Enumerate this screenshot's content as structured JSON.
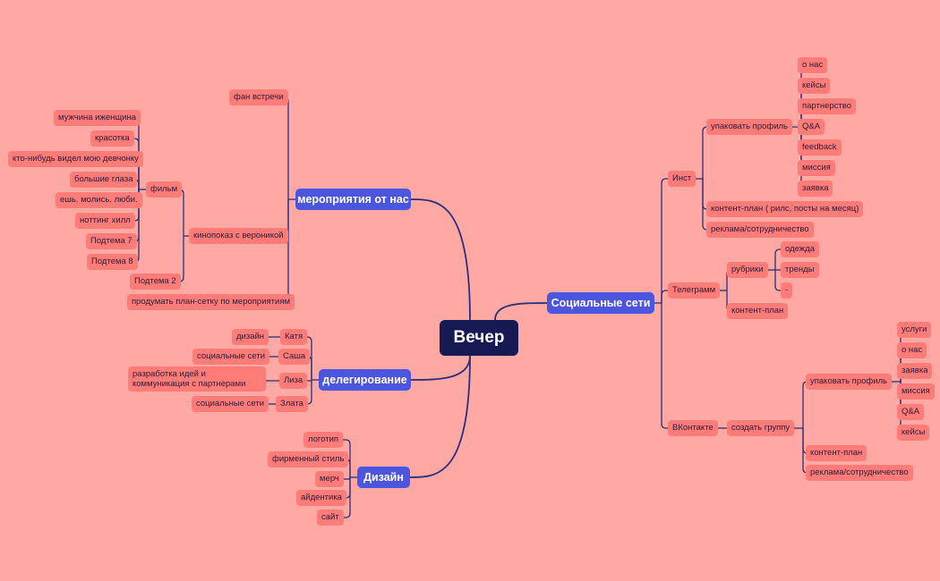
{
  "colors": {
    "background": "#FFA8A4",
    "node": "#FF7C78",
    "branch": "#4B55E0",
    "root": "#171A52",
    "line": "#2B2F78"
  },
  "root": {
    "label": "Вечер"
  },
  "branches": {
    "events": {
      "label": "мероприятия от нас",
      "fan_meetings": "фан встречи",
      "screening": "кинопоказ с вероникой",
      "film": "фильм",
      "films": [
        "мужчина иженщина",
        "красотка",
        "кто-нибудь видел мою девчонку",
        "большие глаза",
        "ешь. молись. люби.",
        "ноттинг хилл",
        "Подтема 7",
        "Подтема 8"
      ],
      "subtopic2": "Подтема 2",
      "plan_grid": "продумать план-сетку по мероприятиям"
    },
    "delegation": {
      "label": "делегирование",
      "people": [
        {
          "name": "Катя",
          "task": "дизайн"
        },
        {
          "name": "Саша",
          "task": "социальные сети"
        },
        {
          "name": "Лиза",
          "task": "разработка идей и коммуникация с партнерами"
        },
        {
          "name": "Злата",
          "task": "социальные сети"
        }
      ]
    },
    "design": {
      "label": "Дизайн",
      "items": [
        "логотип",
        "фирменный стиль",
        "мерч",
        "айдентика",
        "сайт"
      ]
    },
    "social": {
      "label": "Социальные сети",
      "inst": {
        "label": "Инст",
        "pack_profile": "упаковать профиль",
        "profile_items": [
          "о нас",
          "кейсы",
          "партнерство",
          "Q&A",
          "feedback",
          "миссия",
          "заявка"
        ],
        "content_plan": "контент-план ( рилс, посты на месяц)",
        "ads": "реклама/сотрудничество"
      },
      "telegram": {
        "label": "Телеграмм",
        "rubrics": "рубрики",
        "rubric_items": [
          "одежда",
          "тренды",
          "-"
        ],
        "content_plan": "контент-план"
      },
      "vk": {
        "label": "ВКонтакте",
        "create_group": "создать группу",
        "pack_profile": "упаковать профиль",
        "profile_items": [
          "услуги",
          "о нас",
          "заявка",
          "миссия",
          "Q&A",
          "кейсы"
        ],
        "content_plan": "контент-план",
        "ads": "реклама/сотрудничество"
      }
    }
  }
}
